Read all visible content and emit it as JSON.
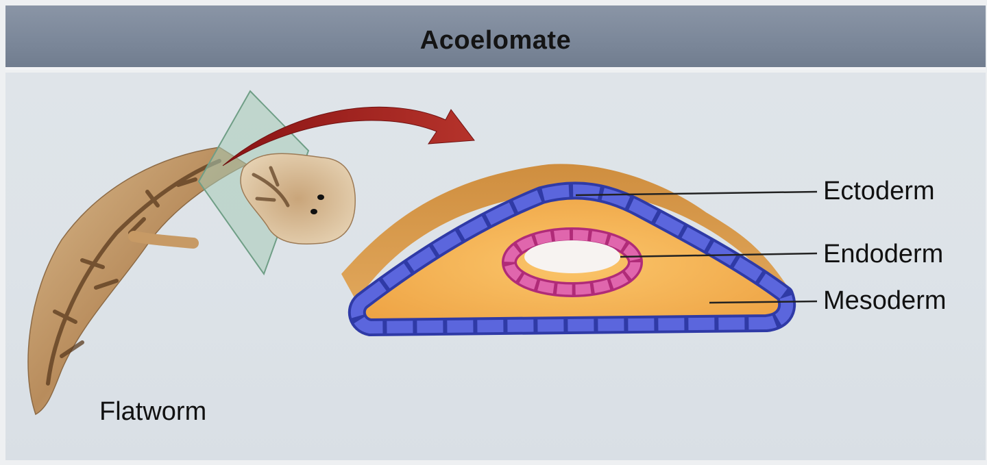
{
  "title": "Acoelomate",
  "organism_label": "Flatworm",
  "layer_labels": {
    "ectoderm": "Ectoderm",
    "endoderm": "Endoderm",
    "mesoderm": "Mesoderm"
  },
  "colors": {
    "header": "#7b8799",
    "ectoderm": "#4c56c9",
    "endoderm": "#d64f9c",
    "mesoderm": "#f2b14f",
    "arrow": "#9b1f1f"
  }
}
